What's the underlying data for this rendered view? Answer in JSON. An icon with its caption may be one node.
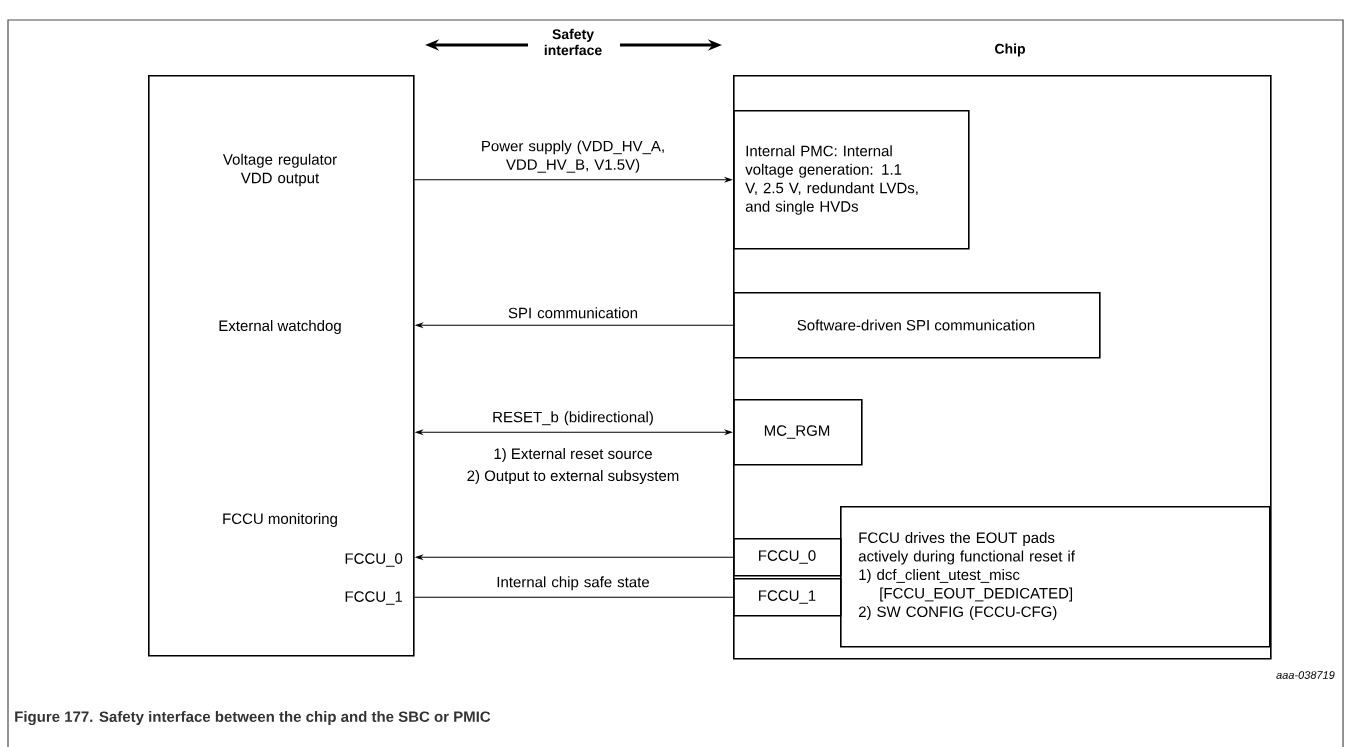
{
  "diagram": {
    "caption": "Figure 177.  Safety interface between the chip and the SBC or PMIC",
    "nodes": [
      {
        "text": [
          "Voltage regulator VDD output",
          "External watchdog",
          "FCCU monitoring",
          "FCCU_0",
          "FCCU_1"
        ]
      },
      {
        "text": [
          "Chip"
        ]
      },
      {
        "text": [
          "Internal PMC: Internal voltage generation: 1.1 V, 2.5 V, redundant LVDs, and single HVDs"
        ],
        "in": 1
      },
      {
        "text": [
          "Software-driven SPI communication"
        ],
        "in": 1
      },
      {
        "text": [
          "MC_RGM"
        ],
        "in": 1
      },
      {
        "text": [
          "FCCU drives the EOUT pads actively during functional reset if",
          "1) dcf_client_utest_misc [FCCU_EOUT_DEDICATED]",
          "2) SW CONFIG (FCCU-CFG)"
        ],
        "in": 1
      },
      {
        "text": [
          "FCCU_0"
        ],
        "in": 1
      },
      {
        "text": [
          "FCCU_1"
        ],
        "in": 1
      }
    ],
    "edges": [
      {
        "from": 0,
        "to": 2,
        "arrow": "to",
        "label": "Power supply (VDD_HV_A, VDD_HV_B, V1.5V)"
      },
      {
        "from": 3,
        "to": 0,
        "arrow": "to",
        "label": "SPI communication"
      },
      {
        "from": 0,
        "to": 4,
        "arrow": "both",
        "label": "RESET_b (bidirectional)"
      },
      {
        "from": 6,
        "to": 0,
        "arrow": "to"
      },
      {
        "from": 0,
        "to": 7,
        "arrow": "none",
        "label": "Internal chip safe state"
      }
    ],
    "labels": [
      "Safety interface",
      "1) External reset source",
      "2) Output to external subsystem",
      "aaa-038719"
    ]
  }
}
